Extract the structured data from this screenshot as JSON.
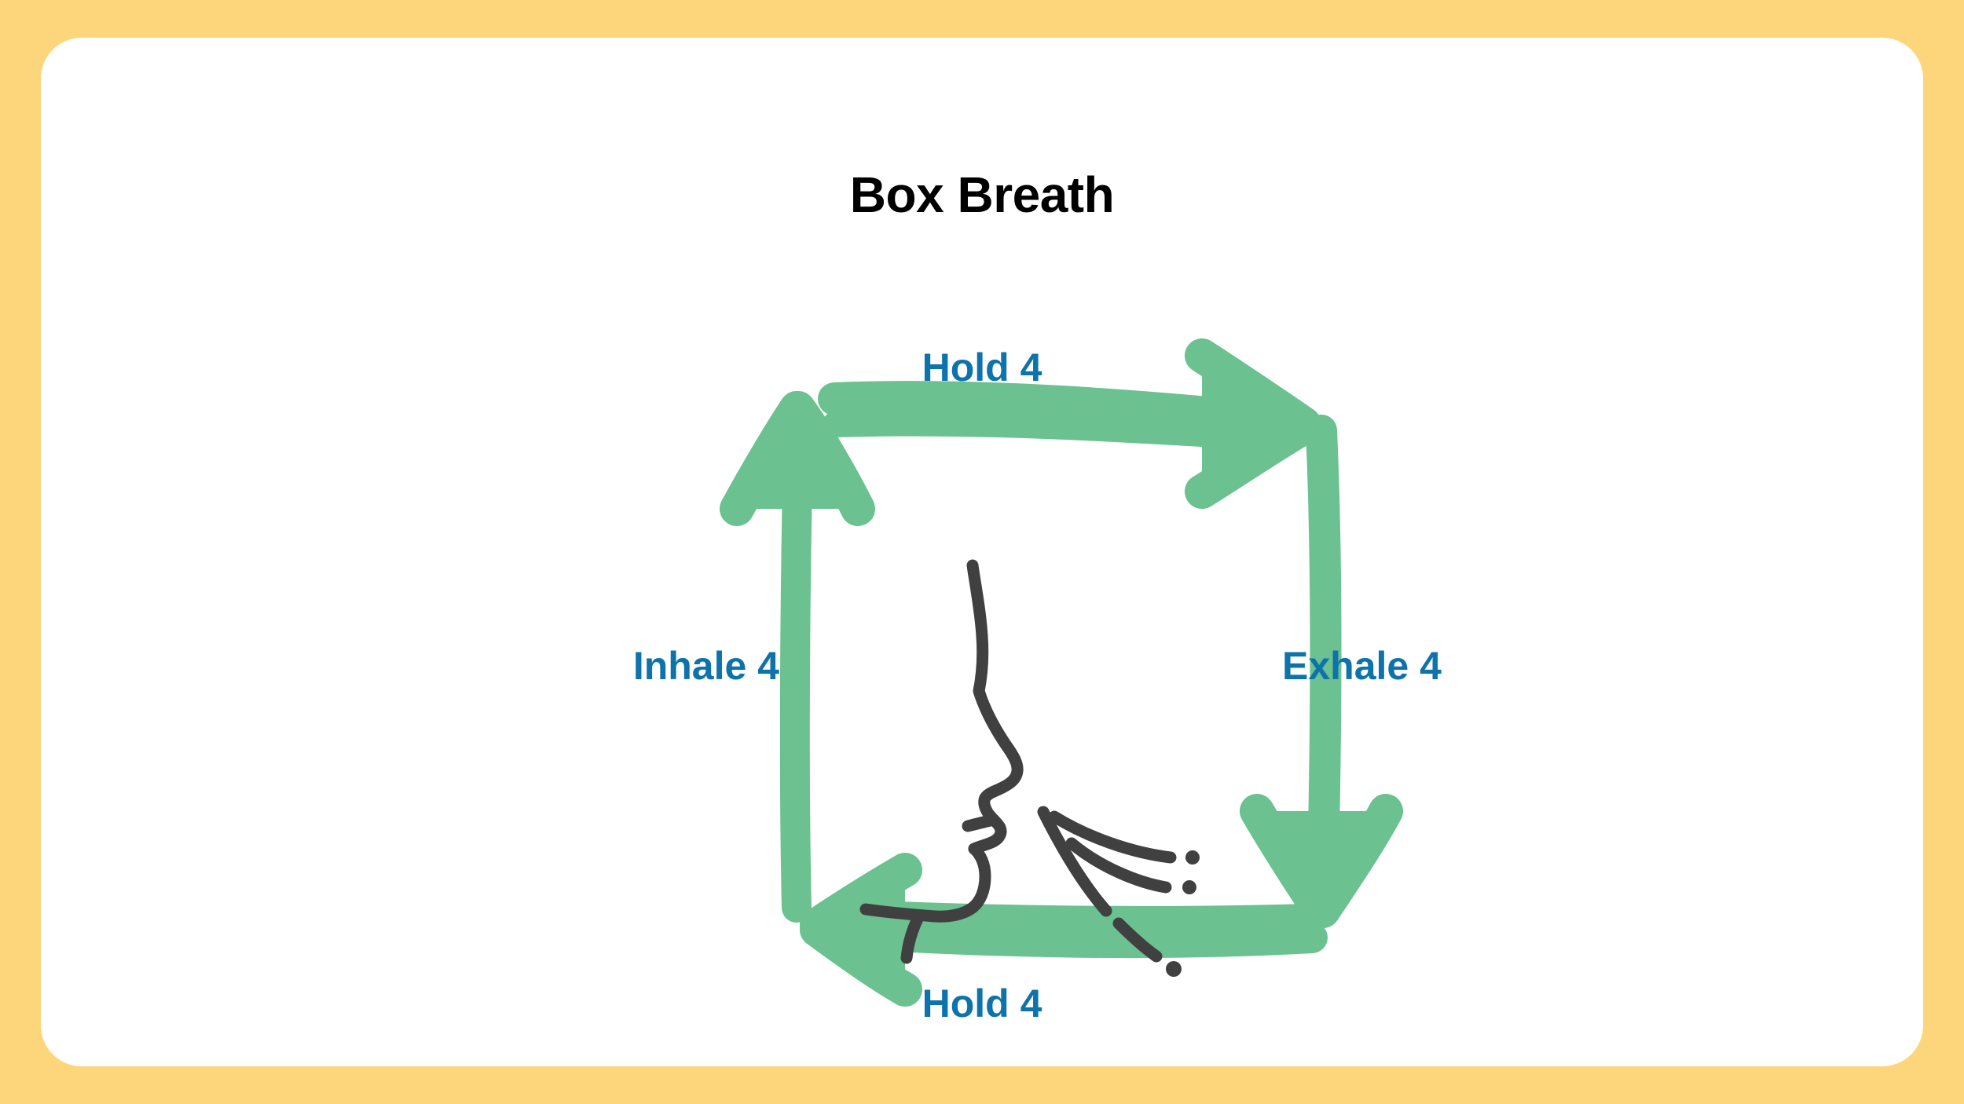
{
  "page": {
    "background_color": "#fdd67c",
    "card_color": "#ffffff",
    "title": "Box Breath"
  },
  "diagram": {
    "type": "box-breathing-cycle",
    "arrow_color": "#6bc18f",
    "label_color": "#0e73aa",
    "illustration_color": "#404040",
    "illustration_name": "face-exhaling-profile-icon",
    "steps": [
      {
        "id": "inhale",
        "label": "Inhale 4",
        "side": "left",
        "direction": "up",
        "icon": "arrow-up-icon"
      },
      {
        "id": "hold-top",
        "label": "Hold 4",
        "side": "top",
        "direction": "right",
        "icon": "arrow-right-icon"
      },
      {
        "id": "exhale",
        "label": "Exhale 4",
        "side": "right",
        "direction": "down",
        "icon": "arrow-down-icon"
      },
      {
        "id": "hold-bottom",
        "label": "Hold 4",
        "side": "bottom",
        "direction": "left",
        "icon": "arrow-left-icon"
      }
    ]
  }
}
